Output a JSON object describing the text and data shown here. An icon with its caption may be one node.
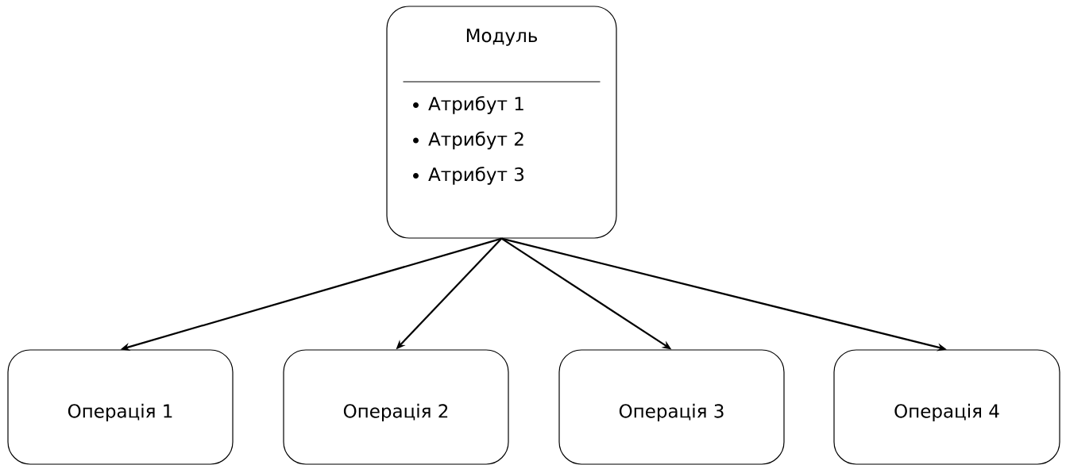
{
  "diagram": {
    "nodes": [
      {
        "text": [
          "Модуль",
          "Атрибут 1",
          "Атрибут 2",
          "Атрибут 3"
        ]
      },
      {
        "text": [
          "Операція 1"
        ]
      },
      {
        "text": [
          "Операція 2"
        ]
      },
      {
        "text": [
          "Операція 3"
        ]
      },
      {
        "text": [
          "Операція 4"
        ]
      }
    ],
    "edges": [
      {
        "from": 0,
        "to": 1,
        "arrow": "to"
      },
      {
        "from": 0,
        "to": 2,
        "arrow": "to"
      },
      {
        "from": 0,
        "to": 3,
        "arrow": "to"
      },
      {
        "from": 0,
        "to": 4,
        "arrow": "to"
      }
    ]
  }
}
